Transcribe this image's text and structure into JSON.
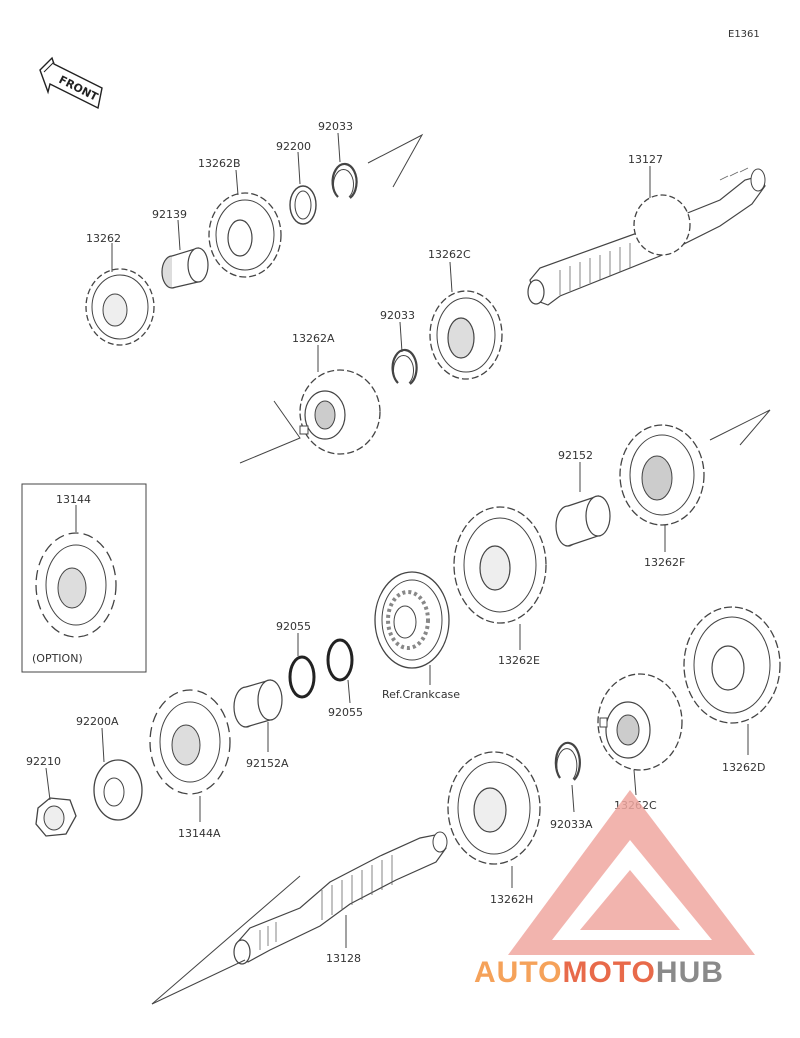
{
  "diagram": {
    "code": "E1361",
    "front_label": "FRONT",
    "option_label": "(OPTION)",
    "parts": {
      "p13262": "13262",
      "p92139": "92139",
      "p13262B": "13262B",
      "p92200": "92200",
      "p92033_top": "92033",
      "p13127": "13127",
      "p13262C_top": "13262C",
      "p92033_mid": "92033",
      "p13262A": "13262A",
      "p13144": "13144",
      "p92152": "92152",
      "p13262F": "13262F",
      "p13262E": "13262E",
      "p92055_a": "92055",
      "p92055_b": "92055",
      "ref_crankcase": "Ref.Crankcase",
      "p92200A": "92200A",
      "p92210": "92210",
      "p92152A": "92152A",
      "p13144A": "13144A",
      "p13262D": "13262D",
      "p13262C_low": "13262C",
      "p92033A": "92033A",
      "p13262H": "13262H",
      "p13128": "13128"
    }
  },
  "watermark": {
    "part1": "AUTO",
    "part2": "MOTO",
    "part3": "HUB",
    "color_orange": "#f5a25a",
    "color_red": "#e23b3b",
    "color_gray": "#8a8a8a"
  }
}
